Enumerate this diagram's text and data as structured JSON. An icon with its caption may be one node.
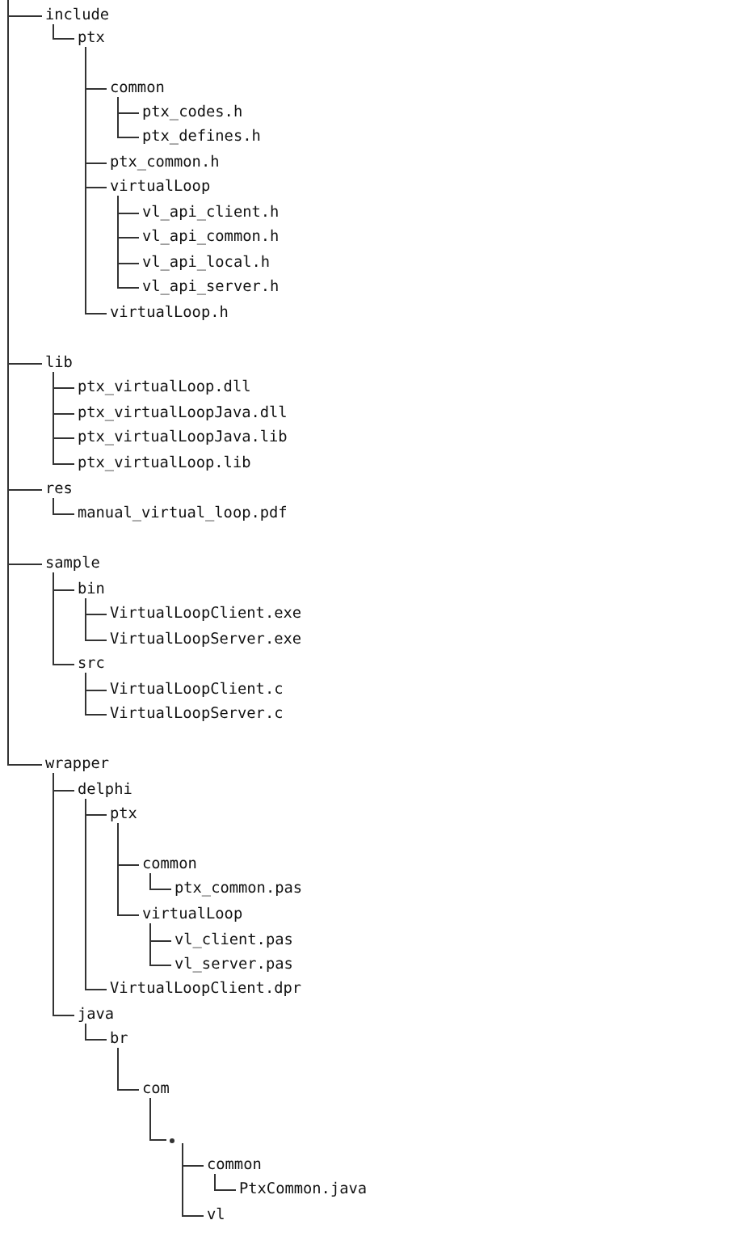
{
  "diagram": {
    "nodes": [
      {
        "text": [
          "include"
        ]
      },
      {
        "text": [
          "ptx"
        ]
      },
      {
        "text": [
          "common"
        ]
      },
      {
        "text": [
          "ptx_codes.h"
        ]
      },
      {
        "text": [
          "ptx_defines.h"
        ]
      },
      {
        "text": [
          "ptx_common.h"
        ]
      },
      {
        "text": [
          "virtualLoop"
        ]
      },
      {
        "text": [
          "vl_api_client.h"
        ]
      },
      {
        "text": [
          "vl_api_common.h"
        ]
      },
      {
        "text": [
          "vl_api_local.h"
        ]
      },
      {
        "text": [
          "vl_api_server.h"
        ]
      },
      {
        "text": [
          "virtualLoop.h"
        ]
      },
      {
        "text": [
          "lib"
        ]
      },
      {
        "text": [
          "ptx_virtualLoop.dll"
        ]
      },
      {
        "text": [
          "ptx_virtualLoopJava.dll"
        ]
      },
      {
        "text": [
          "ptx_virtualLoopJava.lib"
        ]
      },
      {
        "text": [
          "ptx_virtualLoop.lib"
        ]
      },
      {
        "text": [
          "res"
        ]
      },
      {
        "text": [
          "manual_virtual_loop.pdf"
        ]
      },
      {
        "text": [
          "sample"
        ]
      },
      {
        "text": [
          "bin"
        ]
      },
      {
        "text": [
          "VirtualLoopClient.exe"
        ]
      },
      {
        "text": [
          "VirtualLoopServer.exe"
        ]
      },
      {
        "text": [
          "src"
        ]
      },
      {
        "text": [
          "VirtualLoopClient.c"
        ]
      },
      {
        "text": [
          "VirtualLoopServer.c"
        ]
      },
      {
        "text": [
          "wrapper"
        ]
      },
      {
        "text": [
          "delphi"
        ]
      },
      {
        "text": [
          "ptx"
        ]
      },
      {
        "text": [
          "common"
        ]
      },
      {
        "text": [
          "ptx_common.pas"
        ]
      },
      {
        "text": [
          "virtualLoop"
        ]
      },
      {
        "text": [
          "vl_client.pas"
        ]
      },
      {
        "text": [
          "vl_server.pas"
        ]
      },
      {
        "text": [
          "VirtualLoopClient.dpr"
        ]
      },
      {
        "text": [
          "java"
        ]
      },
      {
        "text": [
          "br"
        ]
      },
      {
        "text": [
          "com"
        ]
      },
      {
        "text": [],
        "shape": "point"
      },
      {
        "text": [
          "common"
        ]
      },
      {
        "text": [
          "PtxCommon.java"
        ]
      },
      {
        "text": [
          "vl"
        ]
      }
    ],
    "edges": [
      {
        "from": null,
        "to": 0,
        "arrow": "none"
      },
      {
        "from": 0,
        "to": 1,
        "arrow": "none"
      },
      {
        "from": 1,
        "to": 2,
        "arrow": "none"
      },
      {
        "from": 2,
        "to": 3,
        "arrow": "none"
      },
      {
        "from": 2,
        "to": 4,
        "arrow": "none"
      },
      {
        "from": 1,
        "to": 5,
        "arrow": "none"
      },
      {
        "from": 1,
        "to": 6,
        "arrow": "none"
      },
      {
        "from": 6,
        "to": 7,
        "arrow": "none"
      },
      {
        "from": 6,
        "to": 8,
        "arrow": "none"
      },
      {
        "from": 6,
        "to": 9,
        "arrow": "none"
      },
      {
        "from": 6,
        "to": 10,
        "arrow": "none"
      },
      {
        "from": 1,
        "to": 11,
        "arrow": "none"
      },
      {
        "from": null,
        "to": 12,
        "arrow": "none"
      },
      {
        "from": 12,
        "to": 13,
        "arrow": "none"
      },
      {
        "from": 12,
        "to": 14,
        "arrow": "none"
      },
      {
        "from": 12,
        "to": 15,
        "arrow": "none"
      },
      {
        "from": 12,
        "to": 16,
        "arrow": "none"
      },
      {
        "from": null,
        "to": 17,
        "arrow": "none"
      },
      {
        "from": 17,
        "to": 18,
        "arrow": "none"
      },
      {
        "from": null,
        "to": 19,
        "arrow": "none"
      },
      {
        "from": 19,
        "to": 20,
        "arrow": "none"
      },
      {
        "from": 20,
        "to": 21,
        "arrow": "none"
      },
      {
        "from": 20,
        "to": 22,
        "arrow": "none"
      },
      {
        "from": 19,
        "to": 23,
        "arrow": "none"
      },
      {
        "from": 23,
        "to": 24,
        "arrow": "none"
      },
      {
        "from": 23,
        "to": 25,
        "arrow": "none"
      },
      {
        "from": null,
        "to": 26,
        "arrow": "none"
      },
      {
        "from": 26,
        "to": 27,
        "arrow": "none"
      },
      {
        "from": 27,
        "to": 28,
        "arrow": "none"
      },
      {
        "from": 28,
        "to": 29,
        "arrow": "none"
      },
      {
        "from": 29,
        "to": 30,
        "arrow": "none"
      },
      {
        "from": 28,
        "to": 31,
        "arrow": "none"
      },
      {
        "from": 31,
        "to": 32,
        "arrow": "none"
      },
      {
        "from": 31,
        "to": 33,
        "arrow": "none"
      },
      {
        "from": 27,
        "to": 34,
        "arrow": "none"
      },
      {
        "from": 26,
        "to": 35,
        "arrow": "none"
      },
      {
        "from": 35,
        "to": 36,
        "arrow": "none"
      },
      {
        "from": 36,
        "to": 37,
        "arrow": "none"
      },
      {
        "from": 37,
        "to": 38,
        "arrow": "none"
      },
      {
        "from": 38,
        "to": 39,
        "arrow": "none"
      },
      {
        "from": 39,
        "to": 40,
        "arrow": "none"
      },
      {
        "from": 38,
        "to": 41,
        "arrow": "none"
      }
    ]
  }
}
